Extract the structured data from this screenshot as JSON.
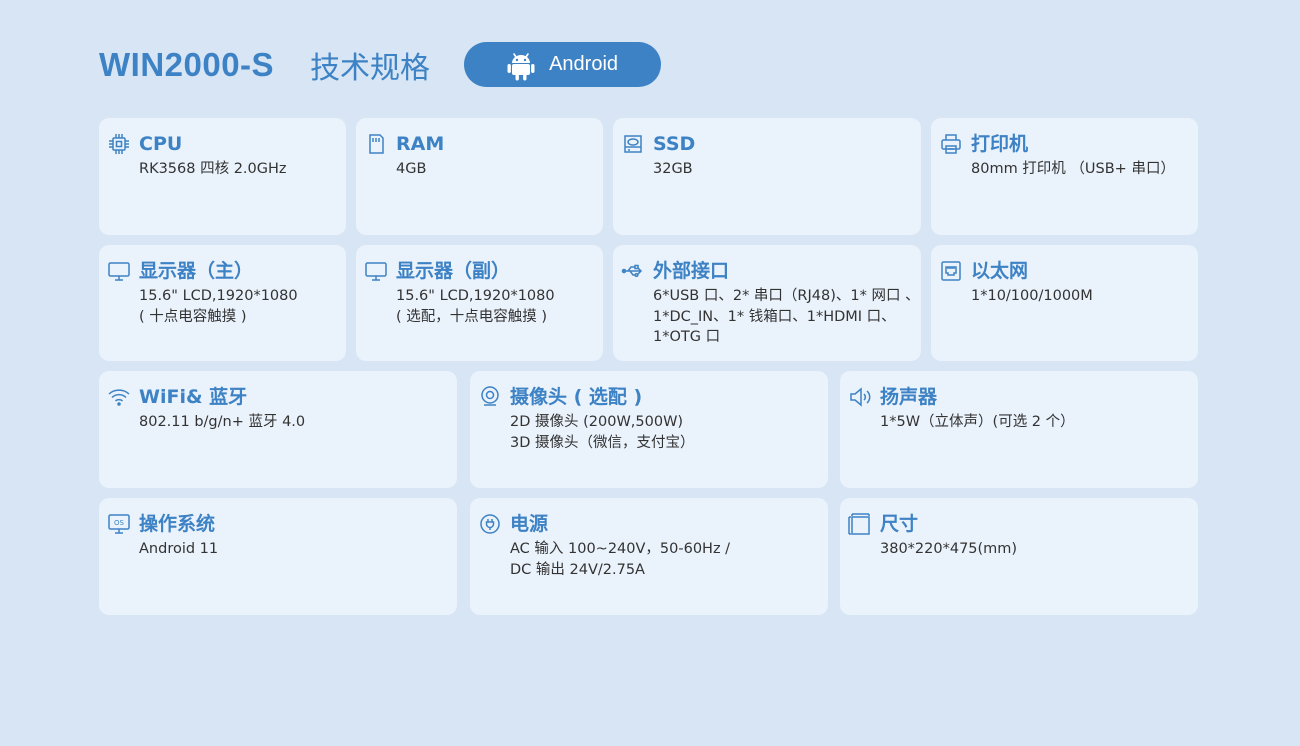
{
  "header": {
    "model": "WIN2000-S",
    "title": "技术规格",
    "os_badge": "Android"
  },
  "specs": [
    {
      "title": "CPU",
      "lines": [
        "RK3568 四核  2.0GHz"
      ],
      "icon": "cpu-icon"
    },
    {
      "title": "RAM",
      "lines": [
        "4GB"
      ],
      "icon": "memory-card-icon"
    },
    {
      "title": "SSD",
      "lines": [
        "32GB"
      ],
      "icon": "hard-drive-icon"
    },
    {
      "title": "打印机",
      "lines": [
        "80mm 打印机 （USB+ 串口）"
      ],
      "icon": "printer-icon"
    },
    {
      "title": "显示器（主）",
      "lines": [
        "15.6\" LCD,1920*1080",
        "( 十点电容触摸 )"
      ],
      "icon": "monitor-icon"
    },
    {
      "title": "显示器（副）",
      "lines": [
        "15.6\" LCD,1920*1080",
        "( 选配，十点电容触摸 )"
      ],
      "icon": "monitor-icon"
    },
    {
      "title": "外部接口",
      "lines": [
        "6*USB 口、2* 串口（RJ48)、1* 网口 、",
        "1*DC_IN、1* 钱箱口、1*HDMI 口、",
        "1*OTG 口"
      ],
      "icon": "usb-icon"
    },
    {
      "title": "以太网",
      "lines": [
        "1*10/100/1000M"
      ],
      "icon": "ethernet-port-icon"
    },
    {
      "title": "WiFi& 蓝牙",
      "lines": [
        "802.11 b/g/n+ 蓝牙 4.0"
      ],
      "icon": "wifi-icon"
    },
    {
      "title": "摄像头 ( 选配 )",
      "lines": [
        "2D 摄像头 (200W,500W)",
        "3D 摄像头（微信，支付宝）"
      ],
      "icon": "webcam-icon"
    },
    {
      "title": "扬声器",
      "lines": [
        "1*5W（立体声）(可选 2 个）"
      ],
      "icon": "speaker-icon"
    },
    {
      "title": "操作系统",
      "lines": [
        "Android 11"
      ],
      "icon": "os-icon"
    },
    {
      "title": "电源",
      "lines": [
        "AC 输入 100~240V，50-60Hz /",
        "DC 输出 24V/2.75A"
      ],
      "icon": "power-plug-icon"
    },
    {
      "title": "尺寸",
      "lines": [
        "380*220*475(mm)"
      ],
      "icon": "dimensions-icon"
    }
  ]
}
